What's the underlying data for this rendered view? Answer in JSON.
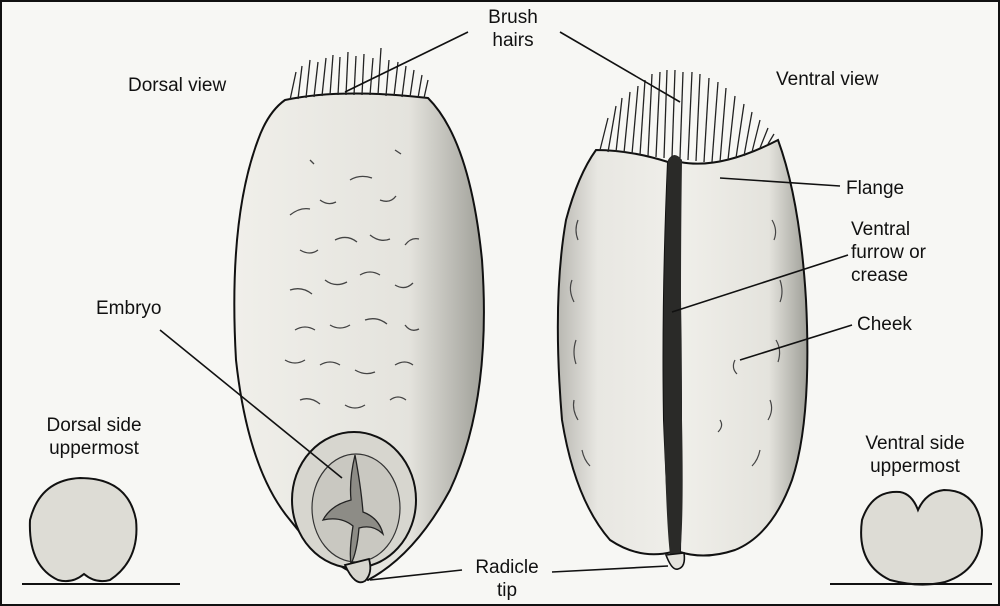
{
  "labels": {
    "brush_hairs": "Brush\nhairs",
    "dorsal_view": "Dorsal view",
    "ventral_view": "Ventral view",
    "flange": "Flange",
    "ventral_furrow": "Ventral\nfurrow or\ncrease",
    "cheek": "Cheek",
    "embryo": "Embryo",
    "dorsal_side": "Dorsal side\nuppermost",
    "ventral_side": "Ventral side\nuppermost",
    "radicle_tip": "Radicle\ntip"
  },
  "colors": {
    "ink": "#111111",
    "grain_fill": "#ecebe6",
    "shade": "#9a9a94"
  }
}
